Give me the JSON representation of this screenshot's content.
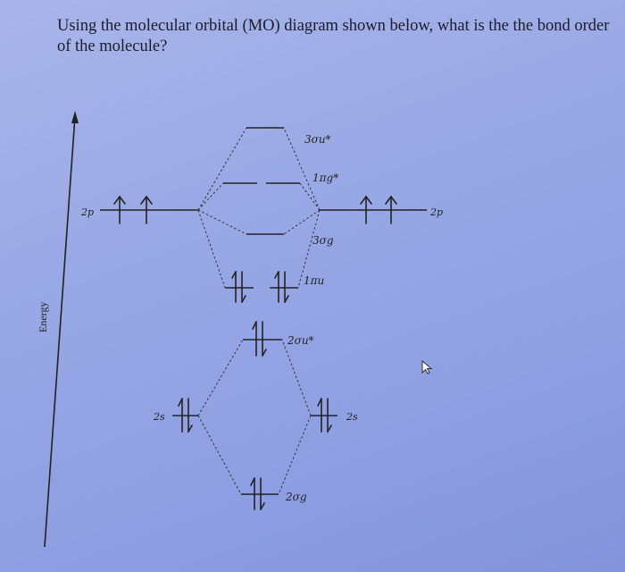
{
  "question": {
    "text": "Using the molecular orbital (MO) diagram shown below, what is the the bond order of the molecule?"
  },
  "diagram": {
    "axis_label": "Energy",
    "atomic_orbitals": {
      "left_2p": "2p",
      "right_2p": "2p",
      "left_2s": "2s",
      "right_2s": "2s"
    },
    "molecular_orbitals": {
      "sigma_u_3_star": "3σu*",
      "pi_g_1_star": "1πg*",
      "sigma_g_3": "3σg",
      "pi_u_1": "1πu",
      "sigma_u_2_star": "2σu*",
      "sigma_g_2": "2σg"
    },
    "electrons": {
      "left_2p": [
        "up",
        "up"
      ],
      "right_2p": [
        "up",
        "up"
      ],
      "pi_u_1": [
        "pair",
        "pair"
      ],
      "sigma_u_2_star": [
        "pair"
      ],
      "left_2s": [
        "pair"
      ],
      "right_2s": [
        "pair"
      ],
      "sigma_g_2": [
        "pair"
      ]
    },
    "colors": {
      "ink": "#222222",
      "dash": "#333333"
    }
  }
}
